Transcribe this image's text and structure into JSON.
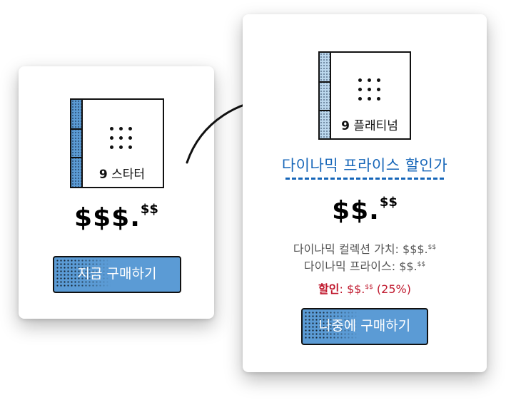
{
  "starter": {
    "count": "9",
    "name": "스타터",
    "price_main": "$$$.",
    "price_sup": "$$",
    "buy_label": "지금 구매하기"
  },
  "platinum": {
    "count": "9",
    "name": "플래티넘",
    "promo_title": "다이나믹 프라이스 할인가",
    "price_main": "$$.",
    "price_sup": "$$",
    "collection_label": "다이나믹 컬렉션 가치: $$$.",
    "collection_sup": "$$",
    "dynamic_label": "다이나믹 프라이스: $$.",
    "dynamic_sup": "$$",
    "discount_label": "할인",
    "discount_value": ": $$.",
    "discount_sup": "$$",
    "discount_pct": " (25%)",
    "buy_label": "나중에 구매하기"
  },
  "colors": {
    "accent_blue": "#5b9bd5",
    "link_blue": "#1565b8",
    "discount_red": "#c0192e"
  }
}
